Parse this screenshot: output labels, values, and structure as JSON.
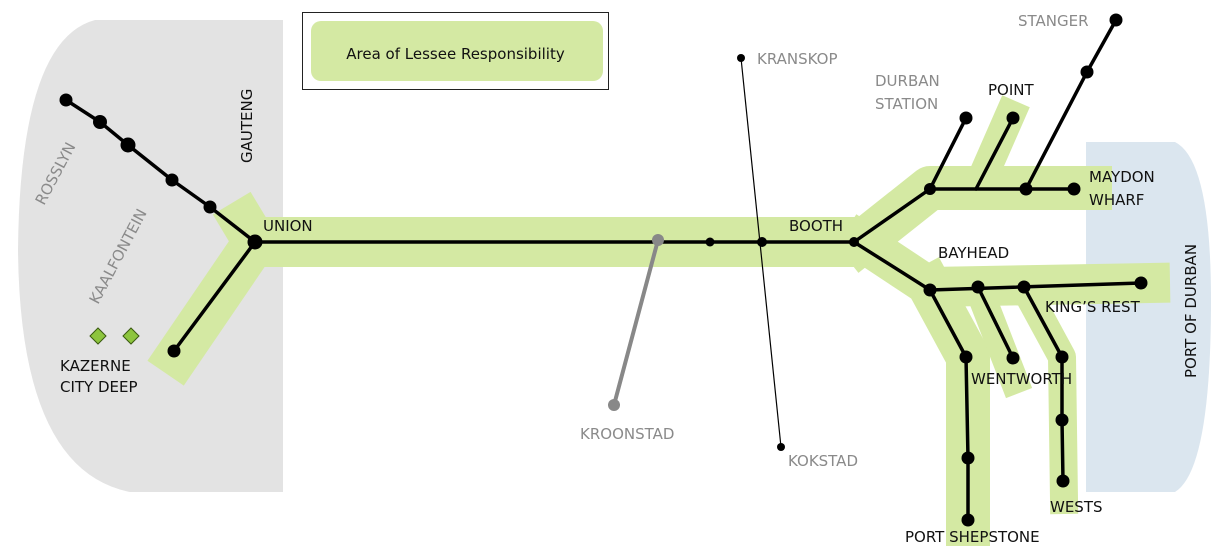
{
  "legend": {
    "label": "Area of Lessee Responsibility"
  },
  "colors": {
    "lessee_area": "#d4e9a3",
    "region_fill": "#e3e3e3",
    "port_fill": "#dbe6ef",
    "track": "#000000",
    "external_line": "#888888",
    "marker": "#8dc53e"
  },
  "regions": {
    "gauteng": "GAUTENG",
    "port_of_durban": "PORT OF DURBAN"
  },
  "stations": {
    "rosslyn": "ROSSLYN",
    "kaalfontein": "KAALFONTEIN",
    "union": "UNION",
    "kazerne": "KAZERNE",
    "city_deep": "CITY DEEP",
    "kranskop": "KRANSKOP",
    "kroonstad": "KROONSTAD",
    "kokstad": "KOKSTAD",
    "booth": "BOOTH",
    "durban_station_1": "DURBAN",
    "durban_station_2": "STATION",
    "point": "POINT",
    "stanger": "STANGER",
    "maydon_wharf_1": "MAYDON",
    "maydon_wharf_2": "WHARF",
    "bayhead": "BAYHEAD",
    "kings_rest": "KING’S REST",
    "wentworth": "WENTWORTH",
    "wests": "WESTS",
    "port_shepstone": "PORT SHEPSTONE"
  }
}
